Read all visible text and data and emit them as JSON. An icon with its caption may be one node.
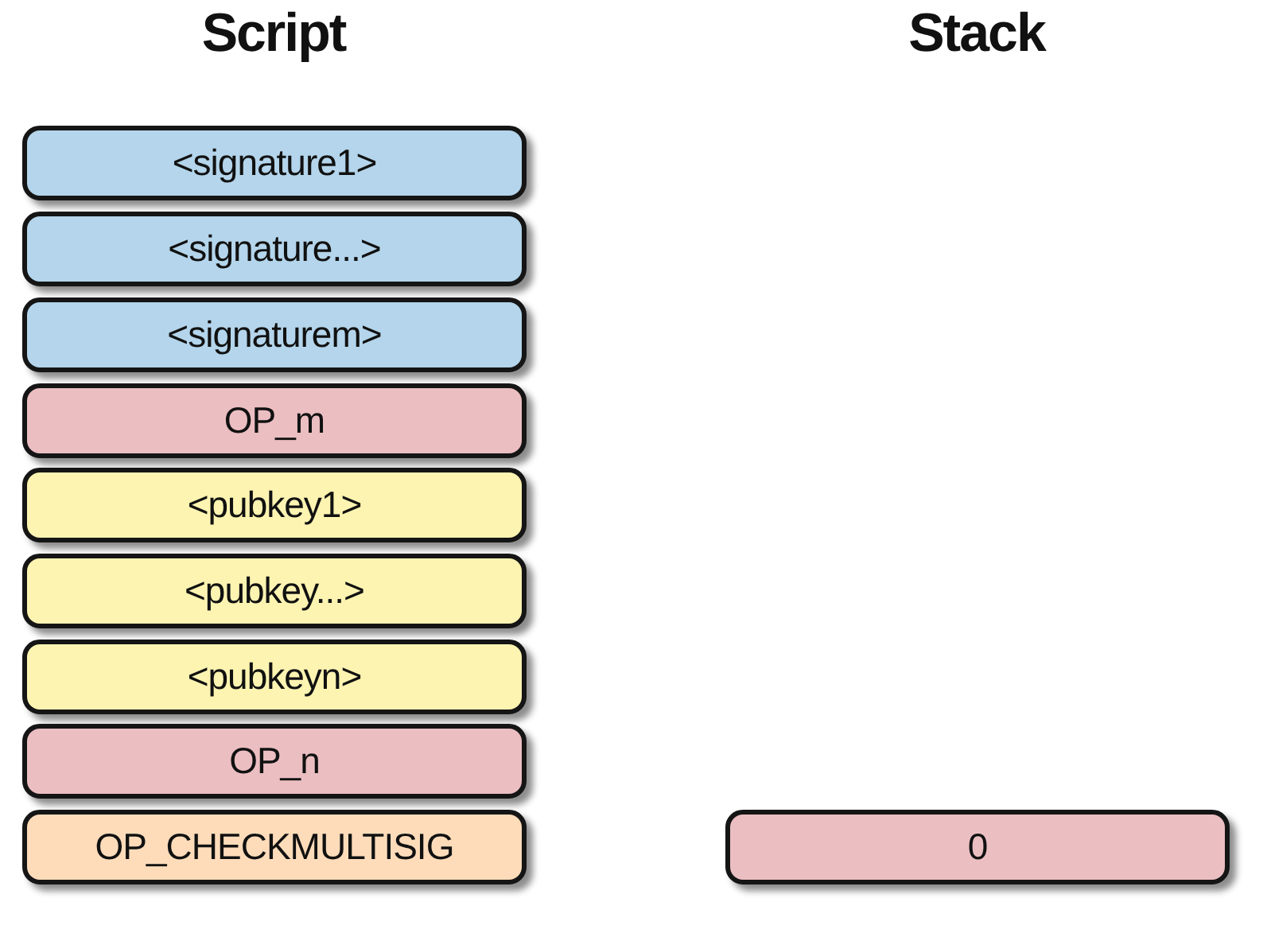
{
  "diagram": {
    "nodes": [
      {
        "text": [
          "<signature1>"
        ]
      },
      {
        "text": [
          "<signature...>"
        ]
      },
      {
        "text": [
          "<signaturem>"
        ]
      },
      {
        "text": [
          "OP_m"
        ]
      },
      {
        "text": [
          "<pubkey1>"
        ]
      },
      {
        "text": [
          "<pubkey...>"
        ]
      },
      {
        "text": [
          "<pubkeyn>"
        ]
      },
      {
        "text": [
          "OP_n"
        ]
      },
      {
        "text": [
          "OP_CHECKMULTISIG"
        ]
      },
      {
        "text": [
          "0"
        ]
      }
    ],
    "labels": [
      "Script",
      "Stack"
    ]
  }
}
